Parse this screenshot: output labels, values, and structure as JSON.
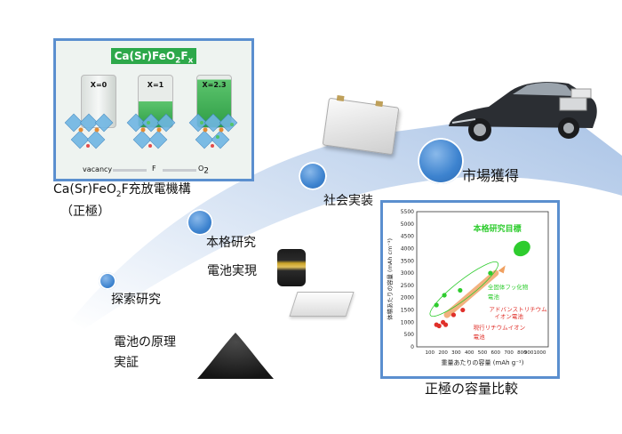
{
  "top_panel": {
    "badge": "Ca(Sr)FeO",
    "badge_sub": "2",
    "badge_f": "F",
    "badge_x": "x",
    "batteries": [
      {
        "label": "X=0",
        "fill": 0.0
      },
      {
        "label": "X=1",
        "fill": 0.45
      },
      {
        "label": "X=2.3",
        "fill": 0.9
      }
    ],
    "arrow_labels": [
      "vacancy",
      "F",
      "O"
    ],
    "arrow_o_sub": "2"
  },
  "caption_top": {
    "line1_main": "Ca(Sr)FeO",
    "line1_sub": "2",
    "line1_rest": "F充放電機構",
    "line2": "（正極）"
  },
  "stages": [
    {
      "label": "探索研究"
    },
    {
      "label": "本格研究"
    },
    {
      "label": "社会実装"
    },
    {
      "label": "市場獲得"
    }
  ],
  "side_labels": {
    "battery_realize": "電池実現",
    "principle_line1": "電池の原理",
    "principle_line2": "実証"
  },
  "chart_caption": "正極の容量比較",
  "chart_data": {
    "type": "scatter",
    "xlabel": "重量あたりの容量 (mAh g⁻¹)",
    "ylabel": "体積あたりの容量 (mAh cm⁻³)",
    "xlim": [
      0,
      1000
    ],
    "ylim": [
      0,
      5500
    ],
    "x_ticks": [
      "100",
      "200",
      "300",
      "400",
      "500",
      "600",
      "700",
      "800",
      "9001000"
    ],
    "y_ticks": [
      "0",
      "500",
      "1000",
      "1500",
      "2000",
      "2500",
      "3000",
      "3500",
      "4000",
      "4500",
      "5000",
      "5500"
    ],
    "annotations": [
      {
        "text": "本格研究目標",
        "color": "#2ecc2e"
      },
      {
        "text": "全固体フッ化物",
        "color": "#2ecc2e"
      },
      {
        "text": "電池",
        "color": "#2ecc2e"
      },
      {
        "text": "アドバンストリチウム",
        "color": "#e0302a"
      },
      {
        "text": "イオン電池",
        "color": "#e0302a"
      },
      {
        "text": "現行リチウムイオン",
        "color": "#e0302a"
      },
      {
        "text": "電池",
        "color": "#e0302a"
      }
    ],
    "points": [
      {
        "x": 150,
        "y": 1700,
        "series": "fluoride"
      },
      {
        "x": 210,
        "y": 2100,
        "series": "fluoride"
      },
      {
        "x": 330,
        "y": 2300,
        "series": "fluoride"
      },
      {
        "x": 560,
        "y": 3000,
        "series": "fluoride"
      },
      {
        "x": 150,
        "y": 900,
        "series": "li-ion"
      },
      {
        "x": 170,
        "y": 850,
        "series": "li-ion"
      },
      {
        "x": 200,
        "y": 1000,
        "series": "li-ion"
      },
      {
        "x": 220,
        "y": 900,
        "series": "li-ion"
      },
      {
        "x": 280,
        "y": 1300,
        "series": "li-ion"
      },
      {
        "x": 350,
        "y": 1500,
        "series": "li-ion"
      }
    ],
    "target": {
      "x": 800,
      "y": 4000
    },
    "colors": {
      "fluoride": "#2ecc2e",
      "li-ion": "#e0302a",
      "accent": "#f0a060"
    }
  }
}
